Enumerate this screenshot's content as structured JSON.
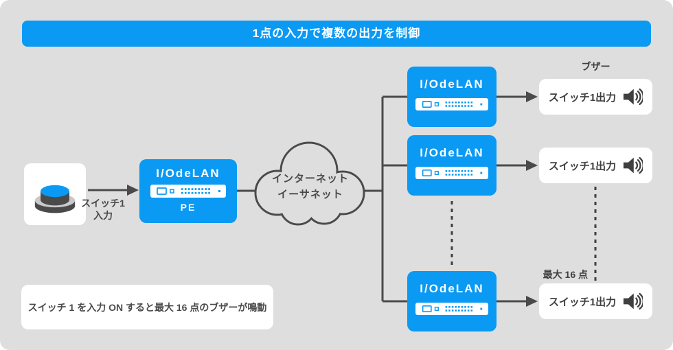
{
  "title": "1点の入力で複数の出力を制御",
  "input_switch": {
    "label_line1": "スイッチ1",
    "label_line2": "入力"
  },
  "pe_device": {
    "name": "I/OdeLAN",
    "model": "PE"
  },
  "cloud": {
    "line1": "インターネット",
    "line2": "イーサネット"
  },
  "buzzer_heading": "ブザー",
  "devices": [
    {
      "name": "I/OdeLAN"
    },
    {
      "name": "I/OdeLAN"
    },
    {
      "name": "I/OdeLAN"
    }
  ],
  "outputs": [
    {
      "label": "スイッチ1出力"
    },
    {
      "label": "スイッチ1出力"
    },
    {
      "label": "スイッチ1出力"
    }
  ],
  "max_points_label": "最大 16 点",
  "note": "スイッチ 1 を入力 ON すると最大 16 点のブザーが鳴動",
  "colors": {
    "accent_blue": "#0a99f3",
    "dark_gray": "#4a4a4a",
    "canvas_bg": "#dedede",
    "panel_white": "#ffffff"
  }
}
